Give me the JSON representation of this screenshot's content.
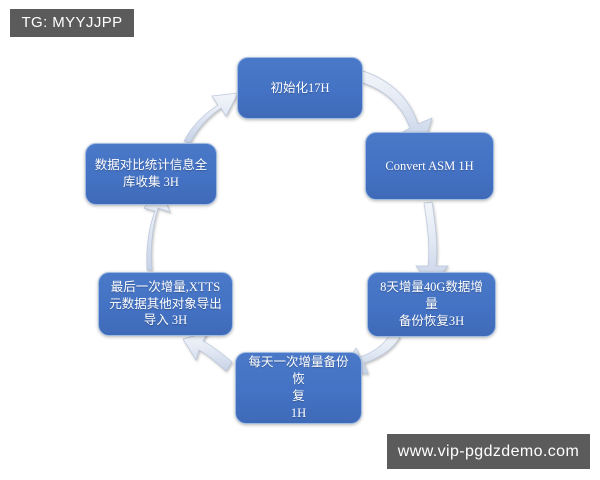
{
  "meta": {
    "title": "Oracle XTTS 迁移循环流程图",
    "background_color": "#ffffff",
    "node_color": "#4472c4",
    "arrow_color": "#dbe3f0",
    "tag_color": "#5b5b5b"
  },
  "tags": {
    "top_left": "TG: MYYJJPP",
    "bottom_right": "www.vip-pgdzdemo.com"
  },
  "diagram": {
    "type": "cycle",
    "direction": "clockwise",
    "node_count": 6,
    "nodes": [
      {
        "id": "init",
        "position": "top",
        "label": "初始化17H",
        "duration": "17H"
      },
      {
        "id": "convert",
        "position": "top-right",
        "label": "Convert ASM 1H",
        "duration": "1H"
      },
      {
        "id": "incr8d",
        "position": "bottom-right",
        "label": "8天增量40G数据增量\n备份恢复3H",
        "duration": "3H"
      },
      {
        "id": "daily",
        "position": "bottom",
        "label": "每天一次增量备份恢\n复\n1H",
        "duration": "1H"
      },
      {
        "id": "lastincr",
        "position": "bottom-left",
        "label": "最后一次增量,XTTS\n元数据其他对象导出\n导入 3H",
        "duration": "3H"
      },
      {
        "id": "compare",
        "position": "top-left",
        "label": "数据对比统计信息全\n库收集 3H",
        "duration": "3H"
      }
    ],
    "edges": [
      {
        "from": "init",
        "to": "convert",
        "style": "curved-arrow"
      },
      {
        "from": "convert",
        "to": "incr8d",
        "style": "curved-arrow"
      },
      {
        "from": "incr8d",
        "to": "daily",
        "style": "curved-arrow"
      },
      {
        "from": "daily",
        "to": "lastincr",
        "style": "curved-arrow"
      },
      {
        "from": "lastincr",
        "to": "compare",
        "style": "curved-arrow"
      },
      {
        "from": "compare",
        "to": "init",
        "style": "curved-arrow"
      }
    ]
  }
}
